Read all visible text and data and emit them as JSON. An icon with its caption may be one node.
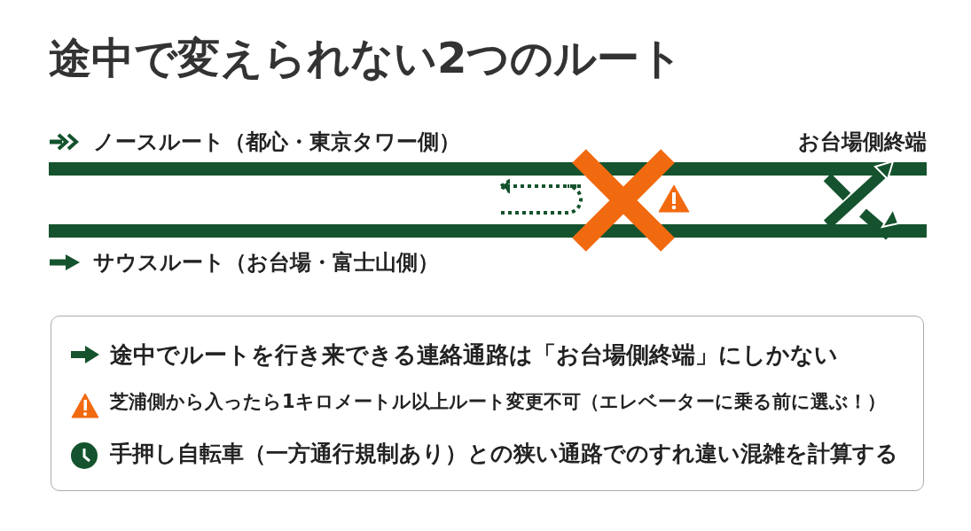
{
  "diagram": {
    "title": "途中で変えられない2つのルート",
    "nodes": [
      {
        "text": [
          "途中でルートを行き来できる連絡通路は「お台場側終端」にしかない",
          "芝浦側から入ったら1キロメートル以上ルート変更不可（エレベーターに乗る前に選ぶ！）",
          "手押し自転車（一方通行規制あり）との狭い通路でのすれ違い混雑を計算する"
        ]
      }
    ],
    "labels": [
      "ノースルート（都心・東京タワー側）",
      "お台場側終端",
      "サウスルート（お台場・富士山側）"
    ]
  }
}
